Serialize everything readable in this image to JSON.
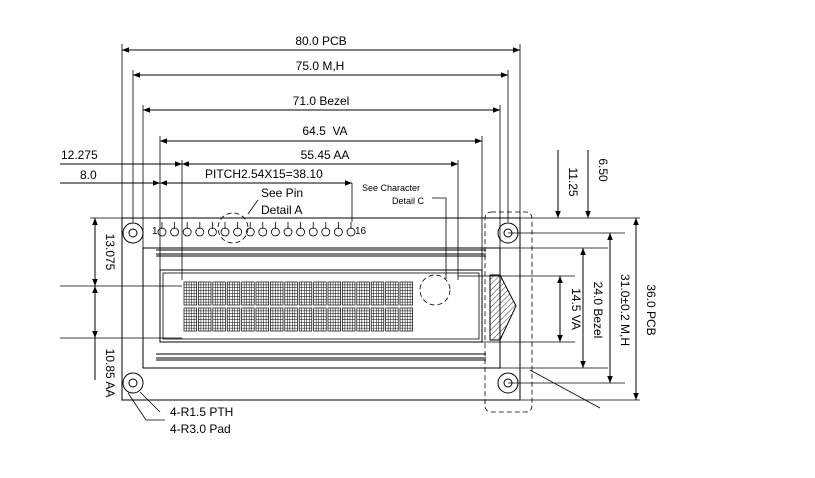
{
  "dimensions": {
    "pcb_width": "80.0 PCB",
    "mh_width": "75.0 M,H",
    "bezel_width": "71.0 Bezel",
    "va_width": "64.5  VA",
    "aa_width": "55.45 AA",
    "left_offset_1": "12.275",
    "left_offset_2": "8.0",
    "pitch": "PITCH2.54X15=38.10",
    "top_right_1": "11.25",
    "top_right_2": "6.50",
    "left_vert_1": "13.075",
    "left_vert_2": "10.85 AA",
    "va_height": "14.5 VA",
    "bezel_height": "24.0 Bezel",
    "mh_height": "31.0±0.2 M,H",
    "pcb_height": "36.0 PCB"
  },
  "notes": {
    "see_pin": "See Pin",
    "detail_a": "Detail A",
    "see_character": "See Character",
    "detail_c": "Detail C",
    "pth": "4-R1.5 PTH",
    "pad": "4-R3.0 Pad",
    "pin_first": "1",
    "pin_last": "16"
  }
}
